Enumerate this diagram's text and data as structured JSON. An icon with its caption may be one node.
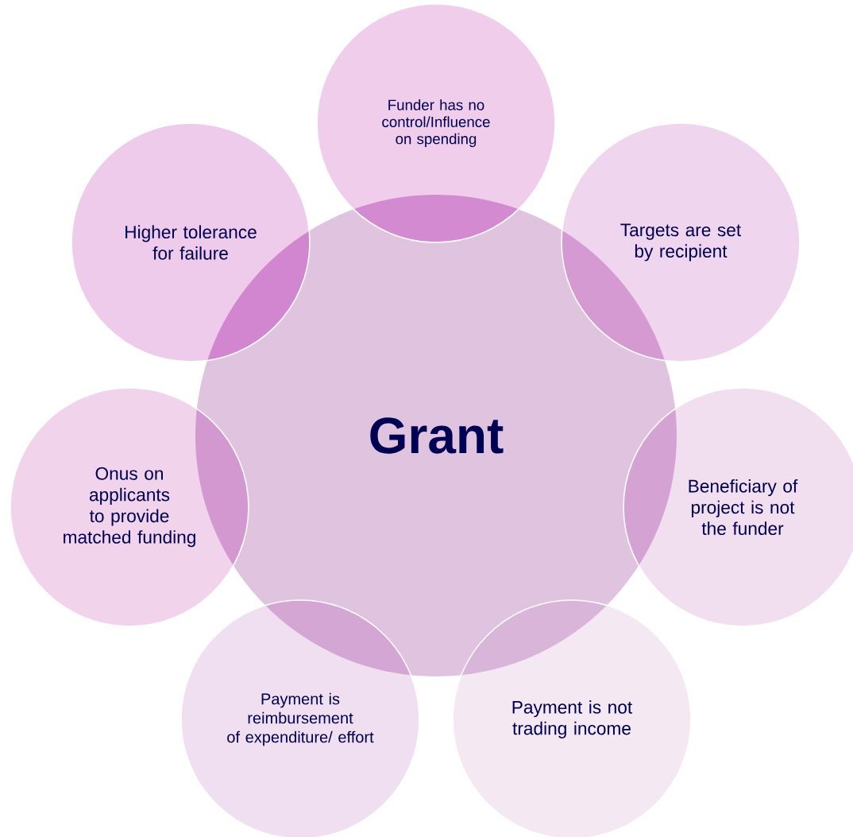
{
  "diagram": {
    "nodes": [
      {
        "text": [
          "Grant"
        ]
      },
      {
        "text": [
          "Funder has no control/Influence on spending"
        ]
      },
      {
        "text": [
          "Higher tolerance for failure"
        ]
      },
      {
        "text": [
          "Targets are set by recipient"
        ]
      },
      {
        "text": [
          "Onus on applicants to provide matched funding"
        ]
      },
      {
        "text": [
          "Beneficiary of project is not the funder"
        ]
      },
      {
        "text": [
          "Payment is reimbursement of expenditure/ effort"
        ]
      },
      {
        "text": [
          "Payment is not trading income"
        ]
      }
    ]
  }
}
